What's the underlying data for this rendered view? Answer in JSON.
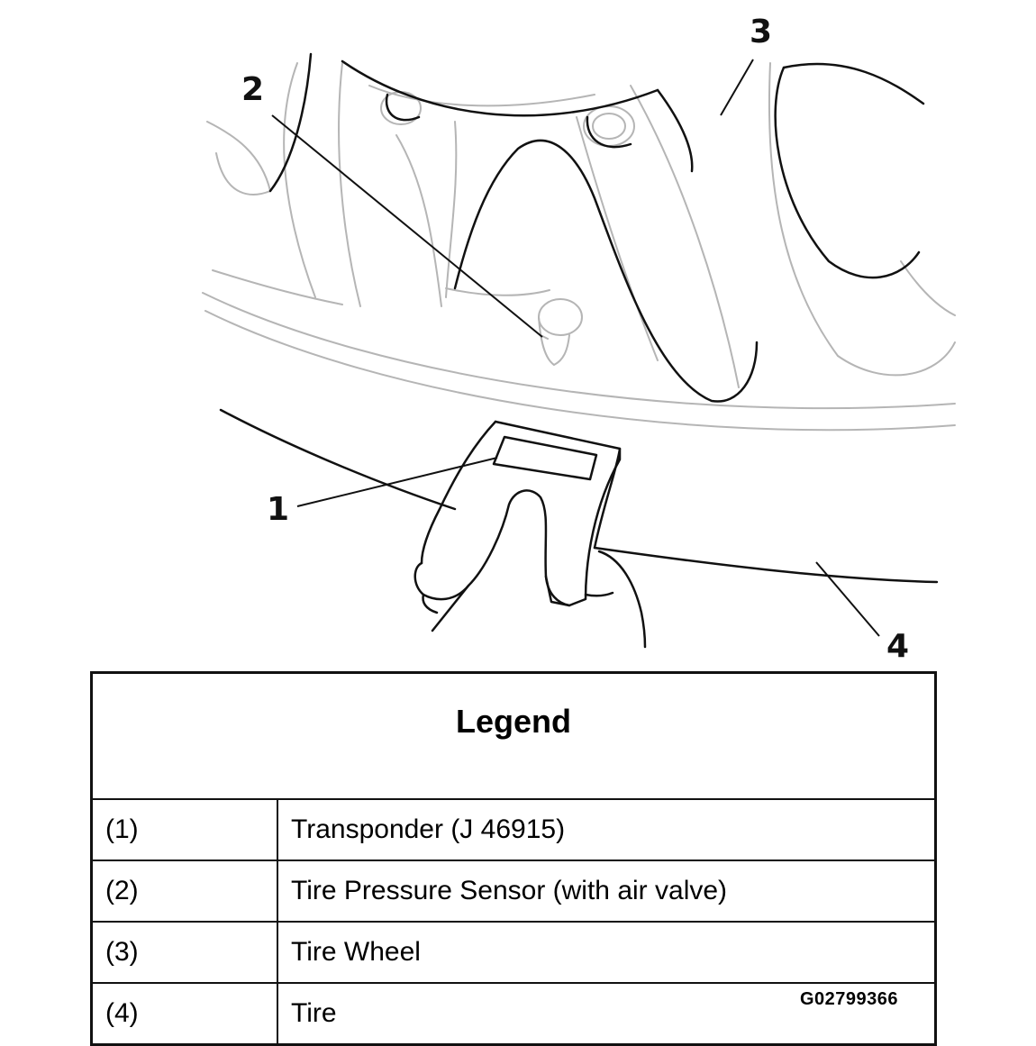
{
  "callouts": [
    {
      "num": "1"
    },
    {
      "num": "2"
    },
    {
      "num": "3"
    },
    {
      "num": "4"
    }
  ],
  "legend": {
    "title": "Legend",
    "rows": [
      {
        "key": "(1)",
        "desc": "Transponder (J 46915)"
      },
      {
        "key": "(2)",
        "desc": "Tire Pressure Sensor (with air valve)"
      },
      {
        "key": "(3)",
        "desc": "Tire Wheel"
      },
      {
        "key": "(4)",
        "desc": "Tire"
      }
    ]
  },
  "figure_id": "G02799366",
  "colors": {
    "line_dark": "#111111",
    "line_light": "#b0b0b0"
  }
}
